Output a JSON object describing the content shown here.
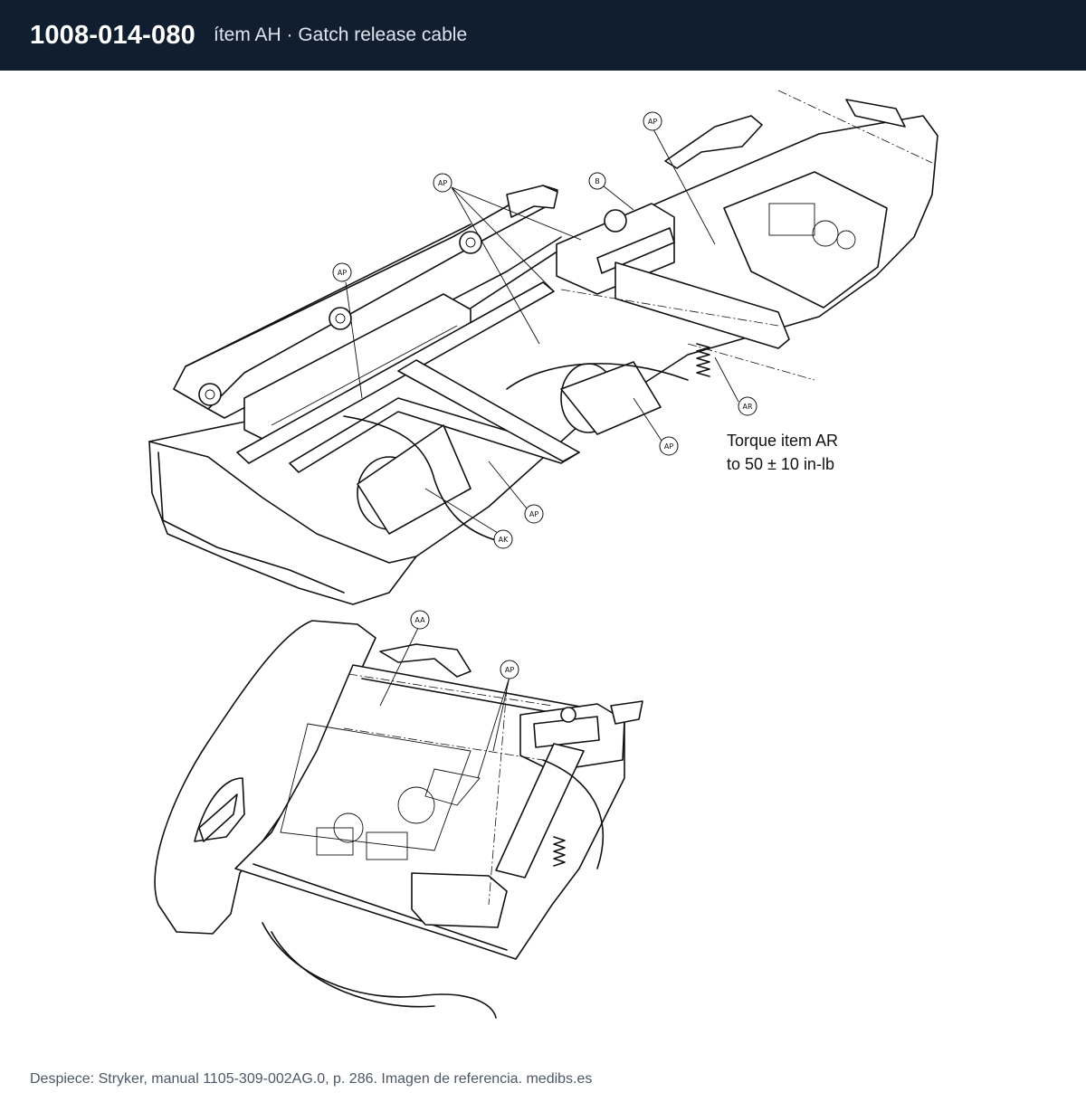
{
  "header": {
    "part_number": "1008-014-080",
    "subtitle": "ítem AH · Gatch release cable"
  },
  "diagram": {
    "callouts_upper": [
      "AP",
      "B",
      "AP",
      "AP",
      "AR",
      "AP",
      "AP",
      "AK"
    ],
    "callouts_lower": [
      "AA",
      "AP"
    ],
    "note_line1": "Torque item AR",
    "note_line2": "to 50 ± 10 in-lb"
  },
  "footer": {
    "source": "Despiece: Stryker, manual 1105-309-002AG.0, p. 286. Imagen de referencia. medibs.es"
  }
}
